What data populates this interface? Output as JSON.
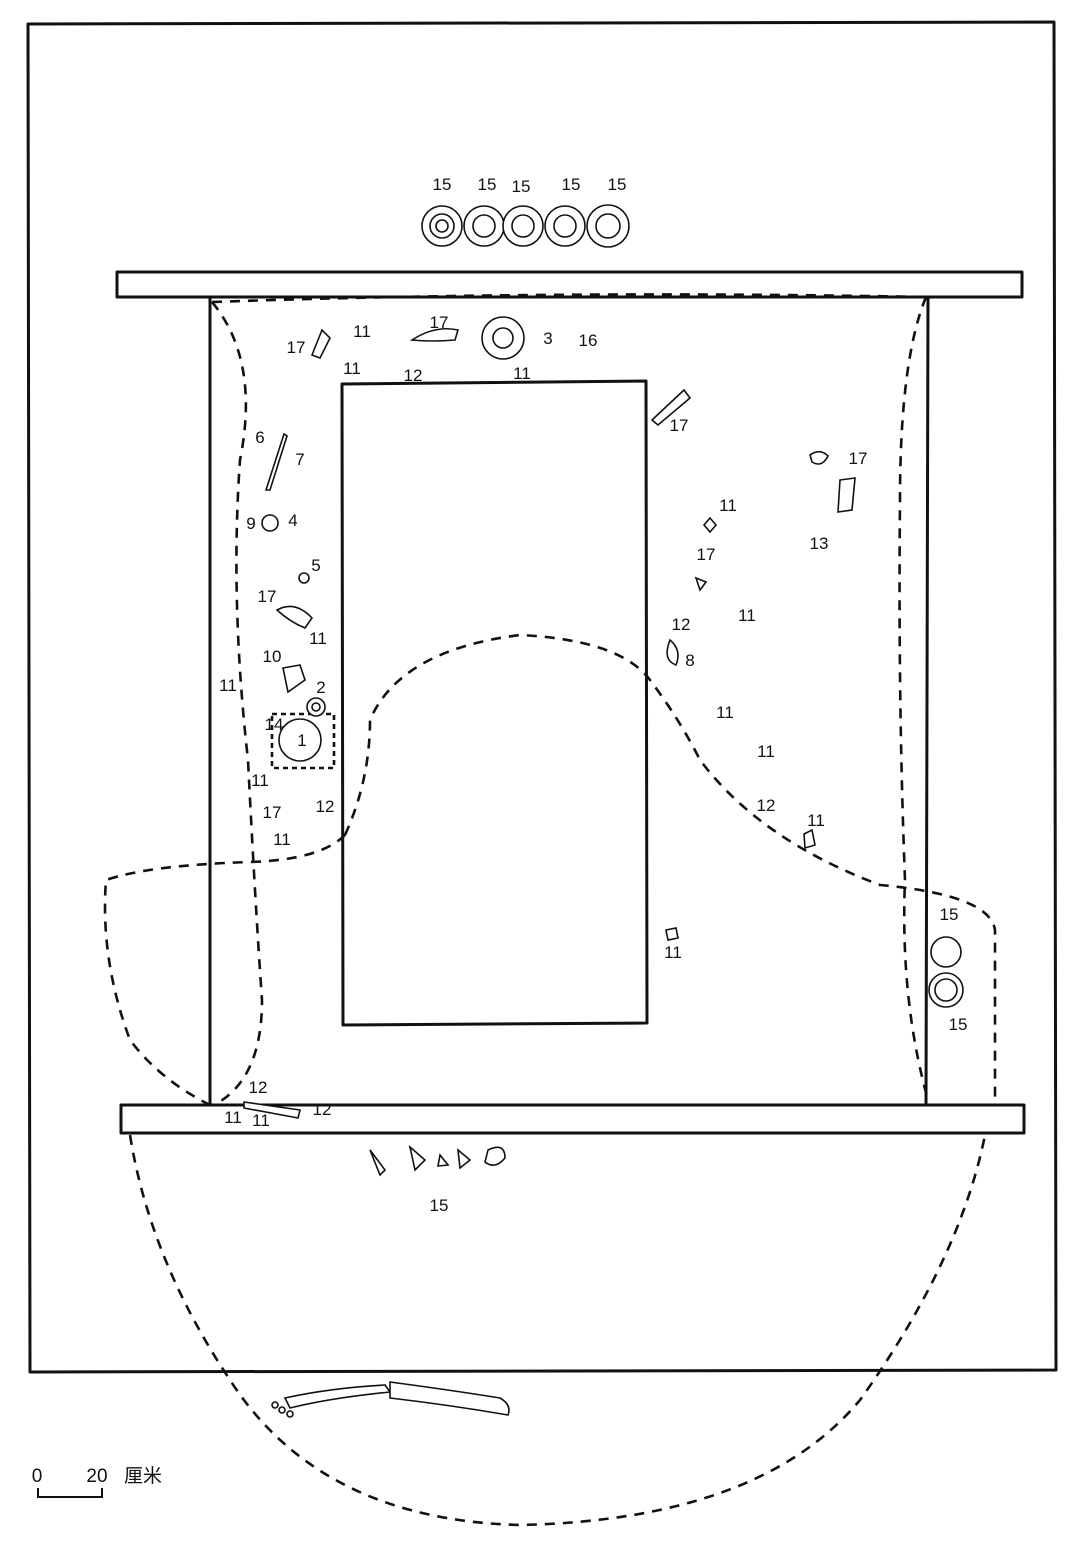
{
  "labels": [
    "15",
    "15",
    "15",
    "15",
    "15",
    "17",
    "11",
    "17",
    "11",
    "12",
    "3",
    "11",
    "16",
    "17",
    "6",
    "7",
    "9",
    "4",
    "5",
    "17",
    "11",
    "10",
    "11",
    "2",
    "14",
    "1",
    "11",
    "17",
    "12",
    "11",
    "17",
    "11",
    "13",
    "17",
    "12",
    "11",
    "8",
    "11",
    "11",
    "12",
    "11",
    "11",
    "15",
    "15",
    "12",
    "11",
    "11",
    "12",
    "15"
  ],
  "scale": {
    "zero": "0",
    "twenty": "20",
    "unit": "厘米"
  }
}
